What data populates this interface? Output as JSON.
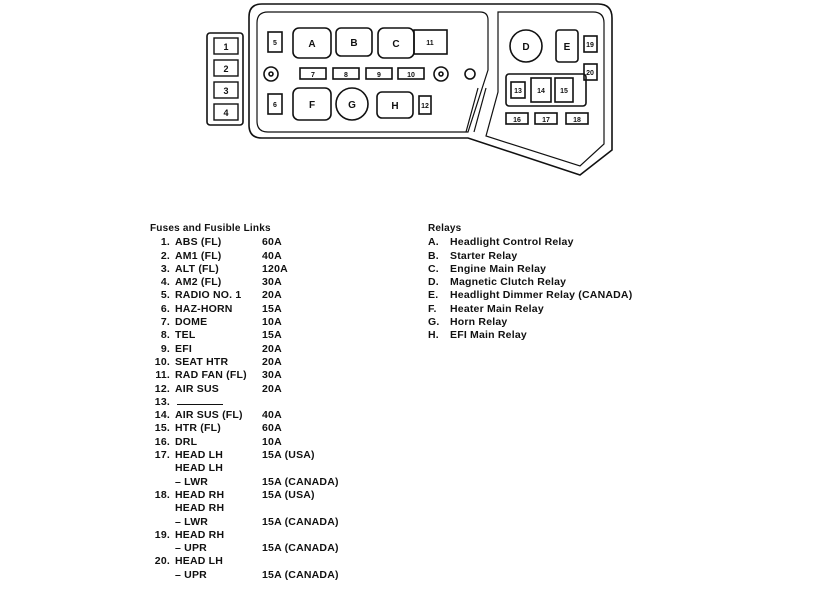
{
  "diagram": {
    "side_fuses": [
      "1",
      "2",
      "3",
      "4"
    ],
    "relay_labels": [
      "A",
      "B",
      "C",
      "D",
      "E",
      "F",
      "G",
      "H"
    ],
    "fuse_labels": [
      "5",
      "6",
      "7",
      "8",
      "9",
      "10",
      "11",
      "12",
      "13",
      "14",
      "15",
      "16",
      "17",
      "18",
      "19",
      "20"
    ]
  },
  "fuses": {
    "heading": "Fuses and Fusible Links",
    "rows": [
      {
        "num": "1.",
        "name": "ABS (FL)",
        "value": "60A"
      },
      {
        "num": "2.",
        "name": "AM1 (FL)",
        "value": "40A"
      },
      {
        "num": "3.",
        "name": "ALT (FL)",
        "value": "120A"
      },
      {
        "num": "4.",
        "name": "AM2 (FL)",
        "value": "30A"
      },
      {
        "num": "5.",
        "name": "RADIO NO. 1",
        "value": "20A"
      },
      {
        "num": "6.",
        "name": "HAZ-HORN",
        "value": "15A"
      },
      {
        "num": "7.",
        "name": "DOME",
        "value": "10A"
      },
      {
        "num": "8.",
        "name": "TEL",
        "value": "15A"
      },
      {
        "num": "9.",
        "name": "EFI",
        "value": "20A"
      },
      {
        "num": "10.",
        "name": "SEAT HTR",
        "value": "20A"
      },
      {
        "num": "11.",
        "name": "RAD FAN (FL)",
        "value": "30A"
      },
      {
        "num": "12.",
        "name": "AIR SUS",
        "value": "20A"
      },
      {
        "num": "13.",
        "name": "",
        "value": "",
        "dash": true
      },
      {
        "num": "14.",
        "name": "AIR SUS (FL)",
        "value": "40A"
      },
      {
        "num": "15.",
        "name": "HTR (FL)",
        "value": "60A"
      },
      {
        "num": "16.",
        "name": "DRL",
        "value": "10A"
      },
      {
        "num": "17.",
        "name": "HEAD LH",
        "value": "15A (USA)"
      },
      {
        "num": "",
        "name": "HEAD LH",
        "value": ""
      },
      {
        "num": "",
        "name": "– LWR",
        "value": "15A (CANADA)"
      },
      {
        "num": "18.",
        "name": "HEAD RH",
        "value": "15A (USA)"
      },
      {
        "num": "",
        "name": "HEAD RH",
        "value": ""
      },
      {
        "num": "",
        "name": "– LWR",
        "value": "15A (CANADA)"
      },
      {
        "num": "19.",
        "name": "HEAD RH",
        "value": ""
      },
      {
        "num": "",
        "name": "– UPR",
        "value": "15A (CANADA)"
      },
      {
        "num": "20.",
        "name": "HEAD LH",
        "value": ""
      },
      {
        "num": "",
        "name": "– UPR",
        "value": "15A (CANADA)"
      }
    ]
  },
  "relays": {
    "heading": "Relays",
    "rows": [
      {
        "key": "A.",
        "name": "Headlight Control Relay"
      },
      {
        "key": "B.",
        "name": "Starter Relay"
      },
      {
        "key": "C.",
        "name": "Engine Main Relay"
      },
      {
        "key": "D.",
        "name": "Magnetic Clutch Relay"
      },
      {
        "key": "E.",
        "name": "Headlight Dimmer Relay (CANADA)"
      },
      {
        "key": "F.",
        "name": "Heater Main Relay"
      },
      {
        "key": "G.",
        "name": "Horn Relay"
      },
      {
        "key": "H.",
        "name": "EFI Main Relay"
      }
    ]
  }
}
